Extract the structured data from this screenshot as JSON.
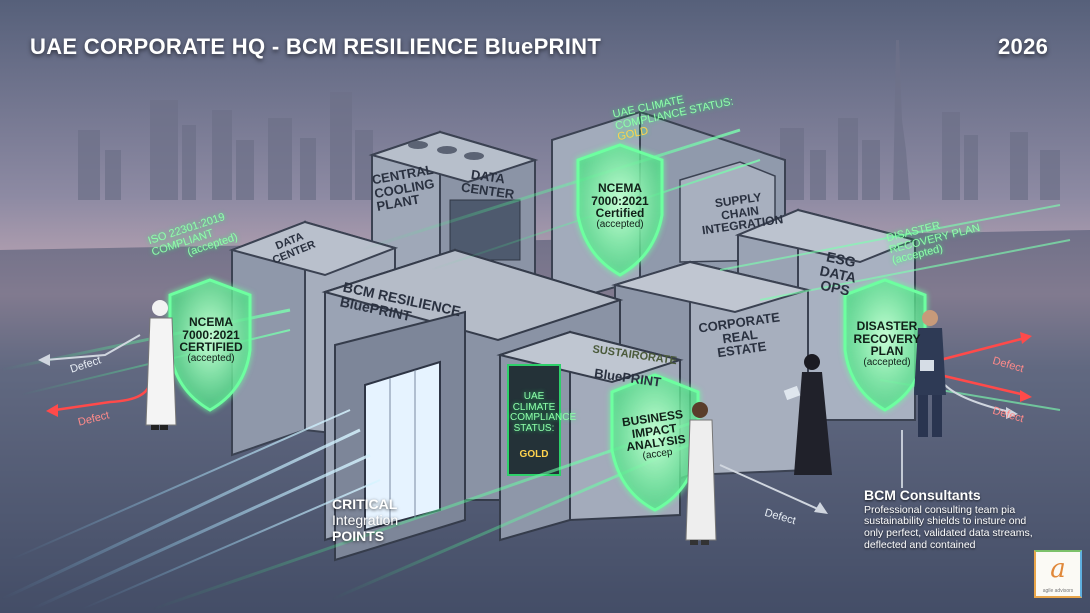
{
  "header": {
    "title": "UAE CORPORATE HQ - BCM RESILIENCE BluePRINT",
    "year": "2026"
  },
  "buildings": {
    "cooling_plant": "CENTRAL COOLING PLANT",
    "data_center_top": "DATA CENTER",
    "data_center_left": "DATA CENTER",
    "supply_chain": "SUPPLY CHAIN Integration",
    "esg": "ESG DATA OPS",
    "corporate_real_estate": "CORPORATE REAL ESTATE",
    "main_block": "BCM RESILIENCE BluePRINT",
    "sustainability_title": "SUSTAIRORATE",
    "sustainability_sub": "BluePRINT",
    "screen_status": "UAE CLIMATE COMPLIANCE STATUS:",
    "screen_gold": "GOLD"
  },
  "shields": {
    "left": {
      "line1": "NCEMA",
      "line2": "7000:2021",
      "line3": "CERTIFIED",
      "accepted": "(accepted)"
    },
    "top": {
      "line1": "NCEMA",
      "line2": "7000:2021",
      "line3": "Certified",
      "accepted": "(accepted)"
    },
    "right": {
      "line1": "DISASTER",
      "line2": "RECOVERY",
      "line3": "PLAN",
      "accepted": "(accepted)"
    },
    "center": {
      "line1": "BUSINESS",
      "line2": "IMPACT",
      "line3": "ANALYSIS",
      "accepted": "(accep"
    }
  },
  "floating_labels": {
    "iso_line1": "ISO 22301:2019",
    "iso_line2": "COMPLIANT",
    "iso_accepted": "(accepted)",
    "uae_top_line1": "UAE CLIMATE",
    "uae_top_line2": "COMPLIANCE STATUS:",
    "uae_top_gold": "GOLD",
    "drp_line1": "DISASTER",
    "drp_line2": "RECOVERY PLAN",
    "drp_accepted": "(accepted)"
  },
  "defects": {
    "left_upper": "Defect",
    "left_lower": "Defect",
    "right_upper": "Defect",
    "right_lower": "Defect",
    "bottom": "Defect"
  },
  "critical": {
    "line1": "CRITICAL",
    "line2": "Integration",
    "line3": "POINTS"
  },
  "consultants": {
    "title": "BCM Consultants",
    "description": "Professional consulting team pia sustainability shields to insture ond only perfect, validated data streams, deflected and contained"
  },
  "logo": {
    "letter": "a",
    "caption": "agile advisors"
  },
  "colors": {
    "sky_top": "#5d6678",
    "sky_glow": "#c9a9b8",
    "ground": "#3f4a60",
    "building": "#a9b1bf",
    "shield_glow": "#4dff88",
    "defect_red": "#ff4a4a",
    "gold": "#ffd34d"
  }
}
